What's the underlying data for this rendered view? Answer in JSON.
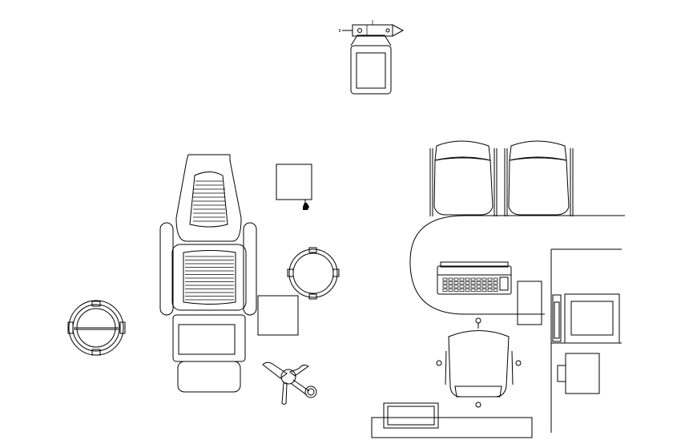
{
  "drawing": {
    "background": "#ffffff",
    "line_color": "#000000",
    "text_labels": [],
    "objects": [
      "dental-tray-instrument",
      "dental-chair",
      "cabinet-square-upper",
      "cabinet-square-lower",
      "spittoon-round",
      "stool-round",
      "base-tripod",
      "waiting-chair",
      "waiting-chair",
      "reception-counter",
      "typewriter",
      "document-tray",
      "office-chair",
      "desk-wall",
      "monitor",
      "cpu-tower",
      "bench-bottom"
    ]
  }
}
